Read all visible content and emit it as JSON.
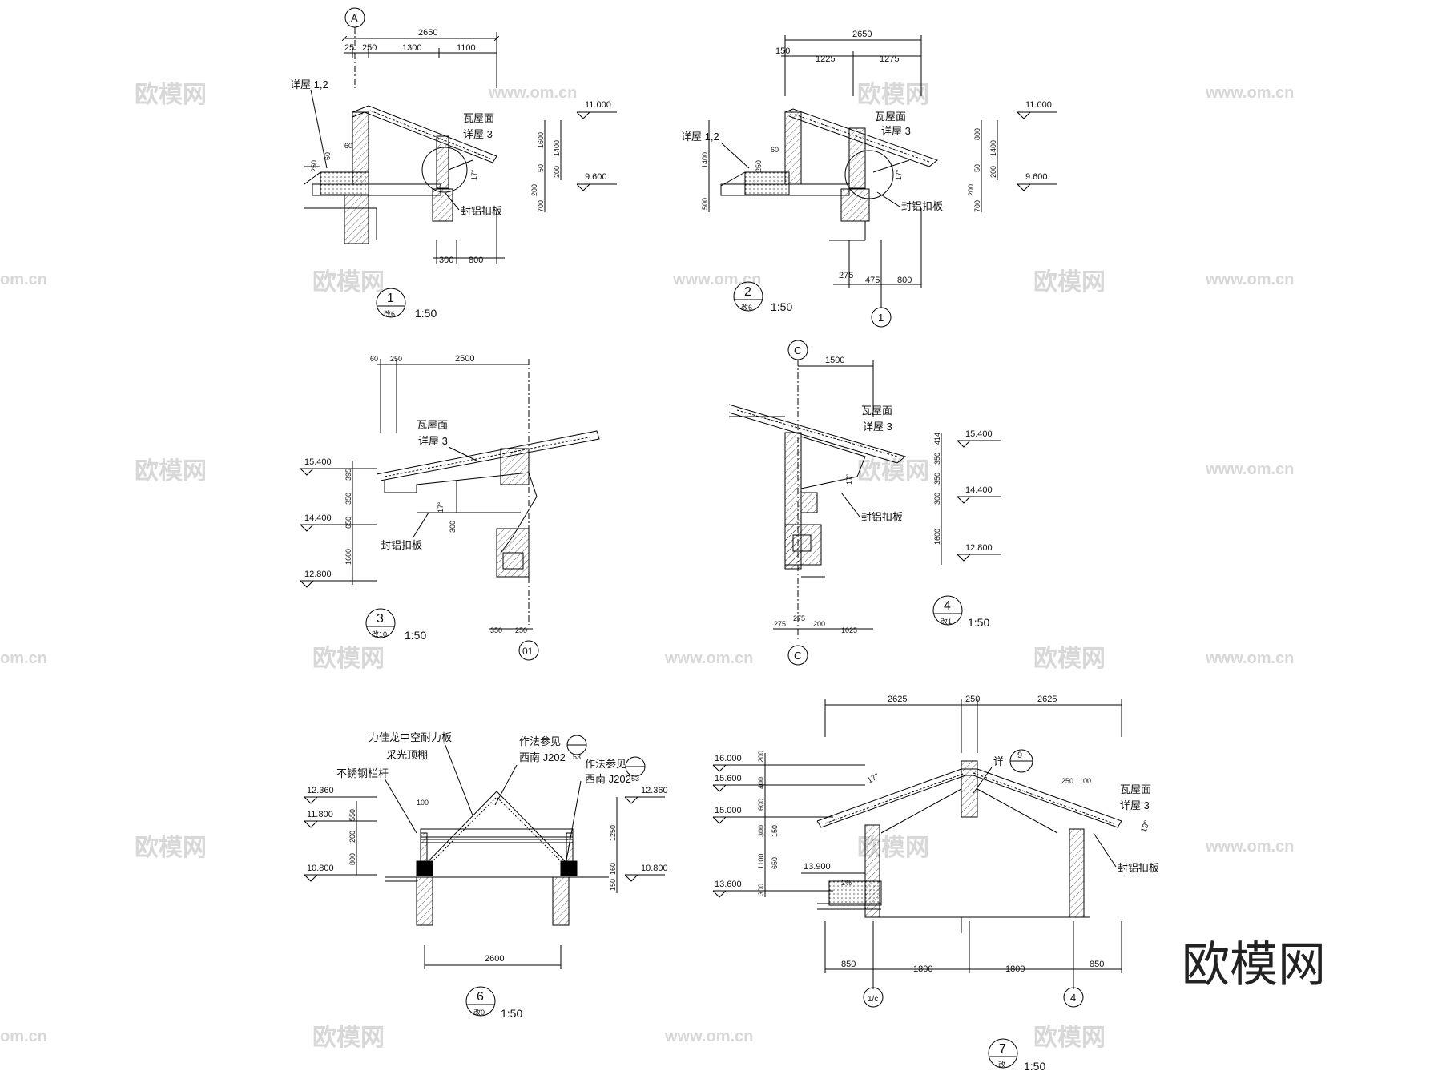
{
  "watermark": {
    "site": "www.om.cn",
    "site_short": "om.cn",
    "brand": "欧模网"
  },
  "labels": {
    "tile_roof": "瓦屋面",
    "detail3": "详屋 3",
    "detail12": "详屋 1,2",
    "alu_panel": "封铝扣板",
    "polycarb": "力佳龙中空耐力板",
    "skylight": "采光顶棚",
    "steel_rail": "不锈钢栏杆",
    "method_ref": "作法参见",
    "southwest_j202": "西南 J202",
    "detail": "详"
  },
  "scale": "1:50",
  "axes": {
    "A": "A",
    "C": "C",
    "one": "1",
    "four": "4",
    "o1": "01",
    "one_c": "1/c"
  },
  "callouts": {
    "ref53": "53",
    "ref9": "9",
    "d1": "1",
    "d1_sub": "改6",
    "d2": "2",
    "d2_sub": "改6",
    "d3": "3",
    "d3_sub": "改10",
    "d4": "4",
    "d4_sub": "改1",
    "d6": "6",
    "d6_sub": "改0",
    "d7": "7",
    "d7_sub": "改"
  },
  "dims": {
    "d1": {
      "total": "2650",
      "a": "25",
      "b": "250",
      "c": "1300",
      "d": "1100",
      "v1": "1600",
      "v2": "1400",
      "v3": "50",
      "v4": "200",
      "v5": "200",
      "v6": "700",
      "b1": "300",
      "b2": "800",
      "s1": "60",
      "s2": "250",
      "s3": "60",
      "lvl1": "11.000",
      "lvl2": "9.600",
      "ang": "17°"
    },
    "d2": {
      "total": "2650",
      "a": "150",
      "b": "1225",
      "c": "1275",
      "v1": "800",
      "v2": "1400",
      "v3": "50",
      "v4": "200",
      "v5": "200",
      "v6": "700",
      "l1": "1400",
      "l2": "500",
      "b1": "275",
      "b2": "475",
      "b3": "800",
      "s1": "60",
      "s2": "250",
      "lvl1": "11.000",
      "lvl2": "9.600",
      "ang": "17°"
    },
    "d3": {
      "a": "60",
      "b": "250",
      "c": "2500",
      "v1": "395",
      "v2": "350",
      "v3": "650",
      "v4": "1600",
      "b1": "350",
      "b2": "250",
      "s1": "300",
      "lvl1": "15.400",
      "lvl2": "14.400",
      "lvl3": "12.800",
      "ang": "17°"
    },
    "d4": {
      "a": "1500",
      "v1": "414",
      "v2": "350",
      "v3": "350",
      "v4": "300",
      "v5": "1600",
      "b1": "275",
      "b2": "275",
      "b3": "200",
      "b4": "1025",
      "lvl1": "15.400",
      "lvl2": "14.400",
      "lvl3": "12.800",
      "ang": "17°"
    },
    "d6": {
      "v1": "550",
      "v2": "200",
      "v3": "800",
      "r1": "1250",
      "r2": "160",
      "r3": "150",
      "w": "2600",
      "t": "100",
      "lvl1": "12.360",
      "lvl2": "11.800",
      "lvl3": "10.800",
      "lvl4": "12.360",
      "lvl5": "10.800"
    },
    "d7": {
      "t1": "2625",
      "t2": "250",
      "t3": "2625",
      "u1": "250",
      "u2": "100",
      "v1": "200",
      "v2": "400",
      "v3": "600",
      "v4": "300",
      "v5": "150",
      "v6": "1100",
      "v7": "650",
      "v8": "300",
      "b1": "850",
      "b2": "1800",
      "b3": "1800",
      "b4": "850",
      "lvl1": "16.000",
      "lvl2": "15.600",
      "lvl3": "15.000",
      "lvl4": "13.900",
      "lvl5": "13.600",
      "ang1": "17°",
      "ang2": "19°",
      "slope": "2%"
    }
  }
}
